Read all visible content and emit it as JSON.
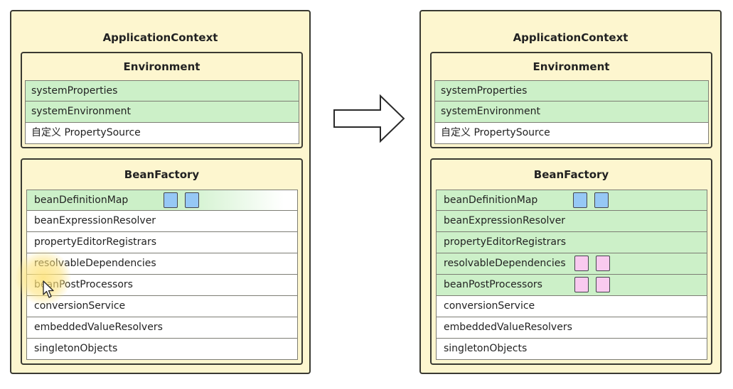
{
  "left": {
    "title": "ApplicationContext",
    "environment": {
      "title": "Environment",
      "rows": [
        {
          "label": "systemProperties",
          "highlighted": true
        },
        {
          "label": "systemEnvironment",
          "highlighted": true
        },
        {
          "label": "自定义 PropertySource",
          "highlighted": false
        }
      ]
    },
    "beanfactory": {
      "title": "BeanFactory",
      "rows": [
        {
          "label": "beanDefinitionMap",
          "highlighted": true,
          "squares": 2,
          "square_color": "blue"
        },
        {
          "label": "beanExpressionResolver",
          "highlighted": false
        },
        {
          "label": "propertyEditorRegistrars",
          "highlighted": false
        },
        {
          "label": "resolvableDependencies",
          "highlighted": false
        },
        {
          "label": "beanPostProcessors",
          "highlighted": false
        },
        {
          "label": "conversionService",
          "highlighted": false
        },
        {
          "label": "embeddedValueResolvers",
          "highlighted": false
        },
        {
          "label": "singletonObjects",
          "highlighted": false
        }
      ]
    }
  },
  "right": {
    "title": "ApplicationContext",
    "environment": {
      "title": "Environment",
      "rows": [
        {
          "label": "systemProperties",
          "highlighted": true
        },
        {
          "label": "systemEnvironment",
          "highlighted": true
        },
        {
          "label": "自定义 PropertySource",
          "highlighted": false
        }
      ]
    },
    "beanfactory": {
      "title": "BeanFactory",
      "rows": [
        {
          "label": "beanDefinitionMap",
          "highlighted": true,
          "squares": 2,
          "square_color": "blue"
        },
        {
          "label": "beanExpressionResolver",
          "highlighted": true
        },
        {
          "label": "propertyEditorRegistrars",
          "highlighted": true
        },
        {
          "label": "resolvableDependencies",
          "highlighted": true,
          "squares": 2,
          "square_color": "pink"
        },
        {
          "label": "beanPostProcessors",
          "highlighted": true,
          "squares": 2,
          "square_color": "pink"
        },
        {
          "label": "conversionService",
          "highlighted": false
        },
        {
          "label": "embeddedValueResolvers",
          "highlighted": false
        },
        {
          "label": "singletonObjects",
          "highlighted": false
        }
      ]
    }
  },
  "colors": {
    "panel_bg": "#fdf6cf",
    "highlight": "#ccf0c8",
    "square_blue": "#96c8f5",
    "square_pink": "#f9caef",
    "border": "#3a3a32"
  },
  "icons": {
    "arrow": "right-arrow-icon",
    "cursor": "mouse-pointer-icon"
  }
}
